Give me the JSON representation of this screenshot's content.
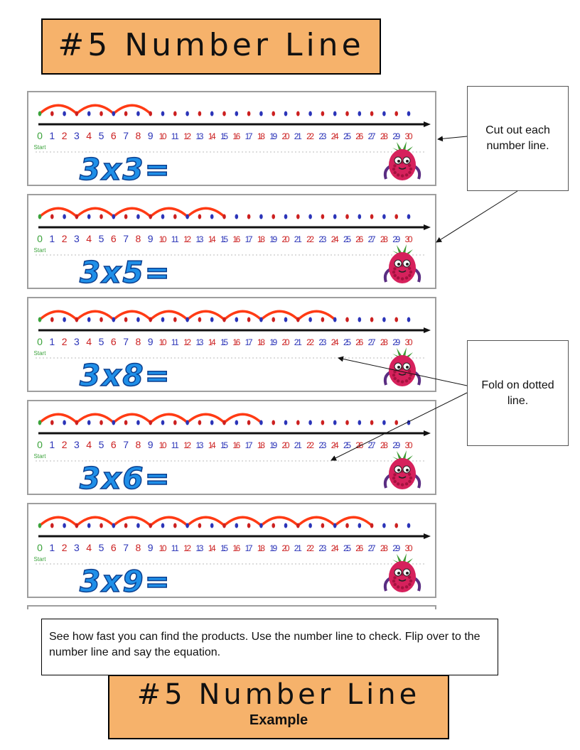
{
  "title": "#5 Number Line",
  "footer": {
    "title": "#5 Number Line",
    "subtitle": "Example"
  },
  "start_label": "Start",
  "numbers": [
    "0",
    "1",
    "2",
    "3",
    "4",
    "5",
    "6",
    "7",
    "8",
    "9",
    "10",
    "11",
    "12",
    "13",
    "14",
    "15",
    "16",
    "17",
    "18",
    "19",
    "20",
    "21",
    "22",
    "23",
    "24",
    "25",
    "26",
    "27",
    "28",
    "29",
    "30"
  ],
  "strips": [
    {
      "equation": "3x3=",
      "jump": 3,
      "times": 3
    },
    {
      "equation": "3x5=",
      "jump": 3,
      "times": 5
    },
    {
      "equation": "3x8=",
      "jump": 3,
      "times": 8
    },
    {
      "equation": "3x6=",
      "jump": 3,
      "times": 6
    },
    {
      "equation": "3x9=",
      "jump": 3,
      "times": 9
    }
  ],
  "callouts": {
    "cut": "Cut out each number line.",
    "fold": "Fold on dotted line."
  },
  "instructions": "See how fast you can find the products.  Use the number line to check.  Flip over to the number line and say the equation.",
  "colors": {
    "title_bg": "#f6b26b",
    "arc": "#ff3b14",
    "equation": "#1f8fe8",
    "blue_number": "#2b34b8",
    "red_number": "#cc2020",
    "start_dot": "#3aa23a"
  }
}
